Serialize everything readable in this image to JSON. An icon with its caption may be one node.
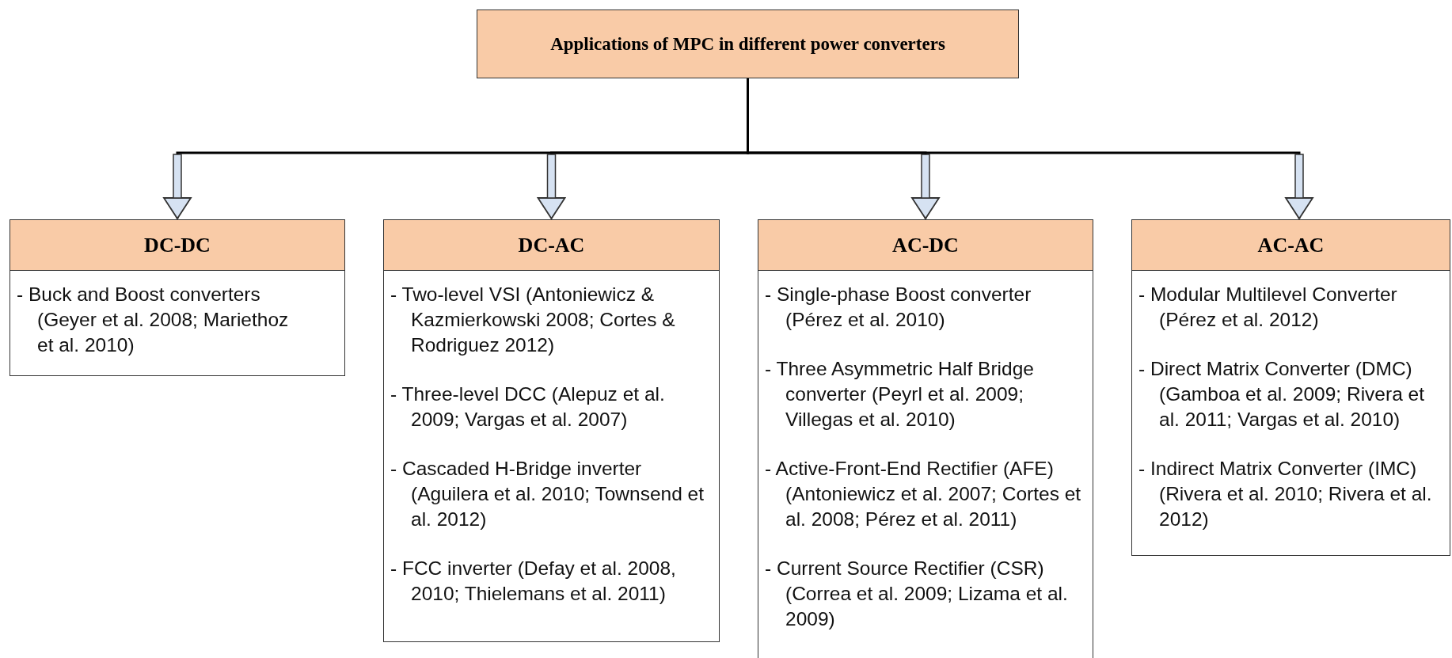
{
  "diagram": {
    "nodes": [
      {
        "text": [
          "Applications of MPC in different power converters"
        ]
      },
      {
        "text": [
          "DC-DC",
          "- Buck and Boost converters (Geyer et al. 2008; Mariethoz et al. 2010)"
        ]
      },
      {
        "text": [
          "DC-AC",
          "- Two-level VSI (Antoniewicz & Kazmierkowski 2008; Cortes & Rodriguez 2012)",
          "- Three-level DCC (Alepuz et al. 2009; Vargas et al. 2007)",
          "- Cascaded H-Bridge inverter (Aguilera et al. 2010; Townsend et al. 2012)",
          "- FCC inverter (Defay et al. 2008, 2010; Thielemans et al. 2011)"
        ]
      },
      {
        "text": [
          "AC-DC",
          "- Single-phase Boost converter (Pérez et al. 2010)",
          "- Three Asymmetric Half Bridge converter (Peyrl et al. 2009; Villegas et al. 2010)",
          "- Active-Front-End Rectifier (AFE) (Antoniewicz et al. 2007; Cortes et al. 2008; Pérez et al. 2011)",
          "- Current Source Rectifier (CSR) (Correa et al. 2009; Lizama et al. 2009)"
        ]
      },
      {
        "text": [
          "AC-AC",
          "- Modular Multilevel Converter (Pérez et al. 2012)",
          "- Direct Matrix Converter (DMC) (Gamboa et al. 2009; Rivera et al. 2011; Vargas et al. 2010)",
          "- Indirect Matrix Converter (IMC) (Rivera et al. 2010; Rivera et al. 2012)"
        ]
      }
    ],
    "edges": [
      {
        "from": 0,
        "to": 1,
        "arrow": "to"
      },
      {
        "from": 0,
        "to": 2,
        "arrow": "to"
      },
      {
        "from": 0,
        "to": 3,
        "arrow": "to"
      },
      {
        "from": 0,
        "to": 4,
        "arrow": "to"
      }
    ]
  }
}
